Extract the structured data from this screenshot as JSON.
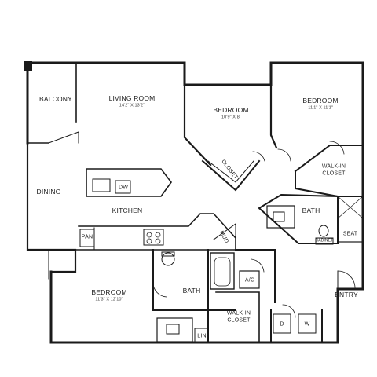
{
  "rooms": {
    "balcony": "BALCONY",
    "living_room": "LIVING ROOM",
    "living_room_dim": "14'2\" X 13'2\"",
    "bedroom_center": "BEDROOM",
    "bedroom_center_dim": "10'9\" X 8'",
    "bedroom_right": "BEDROOM",
    "bedroom_right_dim": "11'1\" X 11'1\"",
    "closet": "CLOSET",
    "walk_in_closet_top": "WALK-IN CLOSET",
    "dining": "DINING",
    "dw": "DW",
    "kitchen": "KITCHEN",
    "bath_right": "BATH",
    "pan": "PAN",
    "mud": "MUD",
    "seat": "SEAT",
    "cabinet": "CABINET",
    "bedroom_bottom": "BEDROOM",
    "bedroom_bottom_dim": "11'3\" X 12'10\"",
    "bath_bottom": "BATH",
    "ac": "A/C",
    "walk_in_closet_bottom": "WALK-IN CLOSET",
    "lin": "LIN",
    "d": "D",
    "w": "W",
    "entry": "ENTRY"
  }
}
